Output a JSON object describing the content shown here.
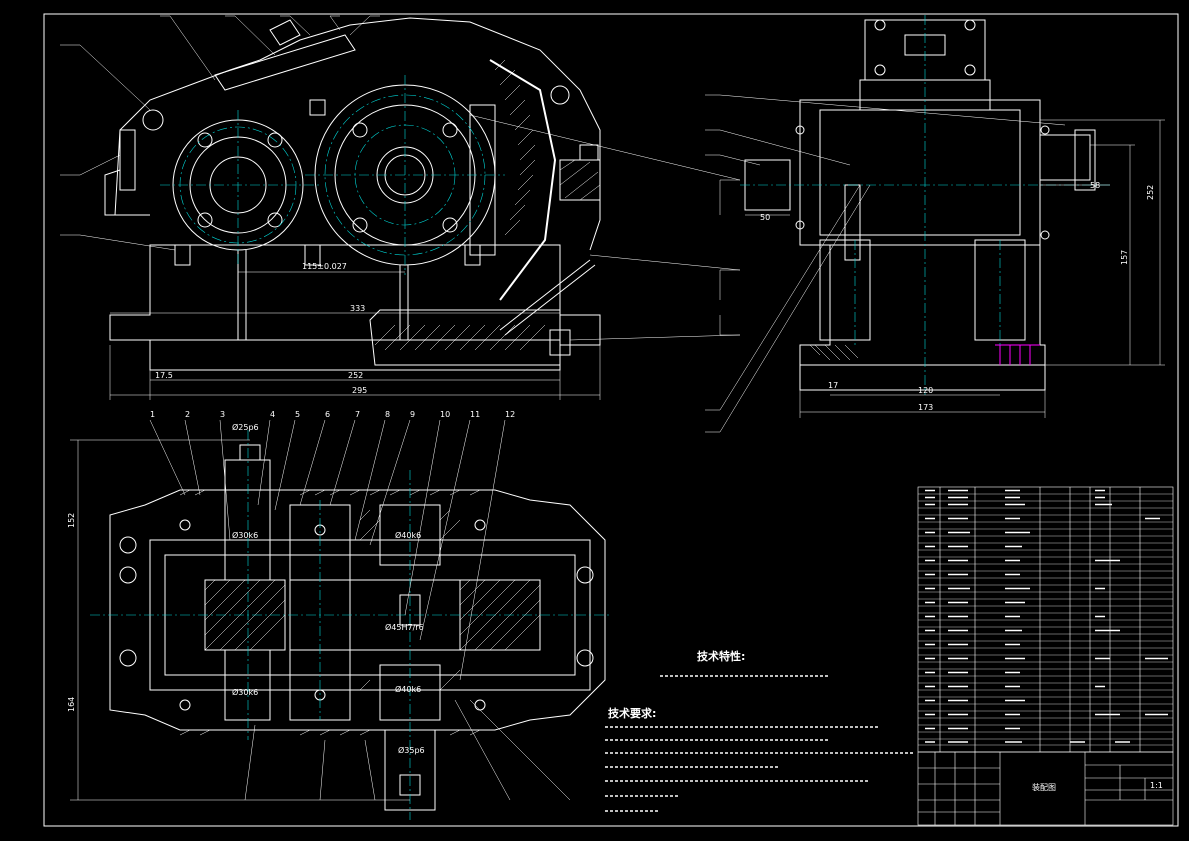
{
  "colors": {
    "background": "#000000",
    "outline": "#ffffff",
    "center_line": "#00d7d7",
    "accent": "#ff00ff",
    "hatch": "#ffffff"
  },
  "front_view": {
    "dimensions": {
      "center_distance": "115±0.027",
      "inner_length": "333",
      "offset": "17.5",
      "base_length": "252",
      "overall_length": "295"
    }
  },
  "side_view": {
    "dimensions": {
      "flange": "50",
      "shaft_ext": "58",
      "height_total": "252",
      "height_center": "157",
      "foot": "17",
      "base_inner": "120",
      "base_overall": "173"
    }
  },
  "plan_view": {
    "part_numbers": [
      "1",
      "2",
      "3",
      "4",
      "5",
      "6",
      "7",
      "8",
      "9",
      "10",
      "11",
      "12"
    ],
    "dimensions": {
      "input_shaft": "Ø25p6",
      "bearing_top_left": "Ø30k6",
      "bearing_bottom_left": "Ø30k6",
      "bearing_top_right": "Ø40k6",
      "gear_fit": "Ø45H7/r6",
      "bearing_bottom_right": "Ø40k6",
      "output_shaft": "Ø35p6",
      "width_top": "152",
      "width_bottom": "164"
    }
  },
  "tech_notes": {
    "heading_characteristics": "技术特性:",
    "heading_requirements": "技术要求:"
  },
  "title_block": {
    "drawing_name": "装配图",
    "scale": "1:1"
  }
}
